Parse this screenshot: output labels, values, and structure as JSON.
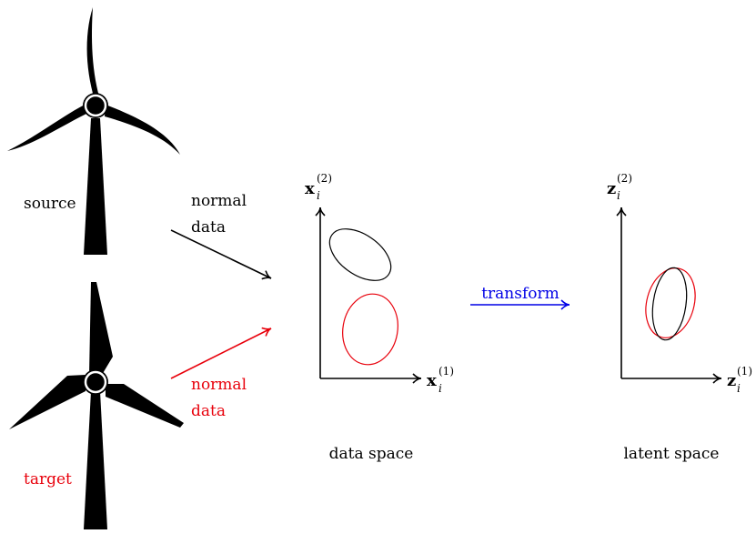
{
  "source": {
    "label": "source",
    "arrow_label_line1": "normal",
    "arrow_label_line2": "data",
    "color": "#000000"
  },
  "target": {
    "label": "target",
    "arrow_label_line1": "normal",
    "arrow_label_line2": "data",
    "color": "#e8000b"
  },
  "data_space": {
    "caption": "data space",
    "x_axis": {
      "var": "x",
      "sub": "i",
      "sup": "(1)"
    },
    "y_axis": {
      "var": "x",
      "sub": "i",
      "sup": "(2)"
    }
  },
  "transform": {
    "label": "transform",
    "color": "#0000e6"
  },
  "latent_space": {
    "caption": "latent space",
    "x_axis": {
      "var": "z",
      "sub": "i",
      "sup": "(1)"
    },
    "y_axis": {
      "var": "z",
      "sub": "i",
      "sup": "(2)"
    }
  }
}
